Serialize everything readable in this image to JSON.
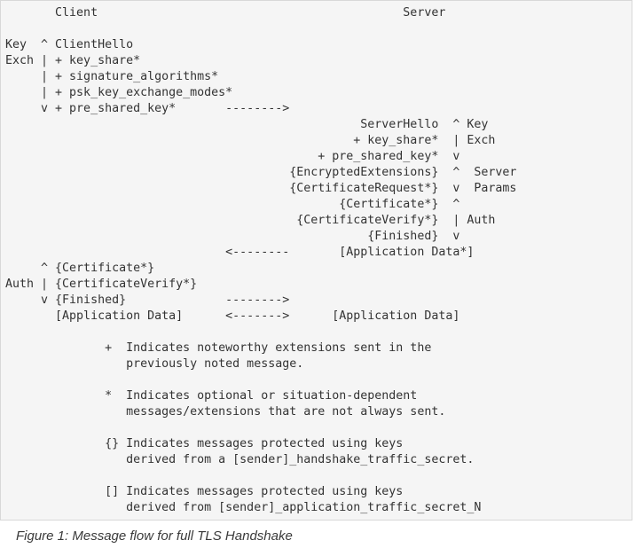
{
  "diagram": {
    "lines": [
      "       Client                                           Server",
      "",
      "Key  ^ ClientHello",
      "Exch | + key_share*",
      "     | + signature_algorithms*",
      "     | + psk_key_exchange_modes*",
      "     v + pre_shared_key*       -------->",
      "                                                  ServerHello  ^ Key",
      "                                                 + key_share*  | Exch",
      "                                            + pre_shared_key*  v",
      "                                        {EncryptedExtensions}  ^  Server",
      "                                        {CertificateRequest*}  v  Params",
      "                                               {Certificate*}  ^",
      "                                         {CertificateVerify*}  | Auth",
      "                                                   {Finished}  v",
      "                               <--------       [Application Data*]",
      "     ^ {Certificate*}",
      "Auth | {CertificateVerify*}",
      "     v {Finished}              -------->",
      "       [Application Data]      <------->      [Application Data]",
      "",
      "              +  Indicates noteworthy extensions sent in the",
      "                 previously noted message.",
      "",
      "              *  Indicates optional or situation-dependent",
      "                 messages/extensions that are not always sent.",
      "",
      "              {} Indicates messages protected using keys",
      "                 derived from a [sender]_handshake_traffic_secret.",
      "",
      "              [] Indicates messages protected using keys",
      "                 derived from [sender]_application_traffic_secret_N"
    ]
  },
  "caption": "Figure 1: Message flow for full TLS Handshake"
}
